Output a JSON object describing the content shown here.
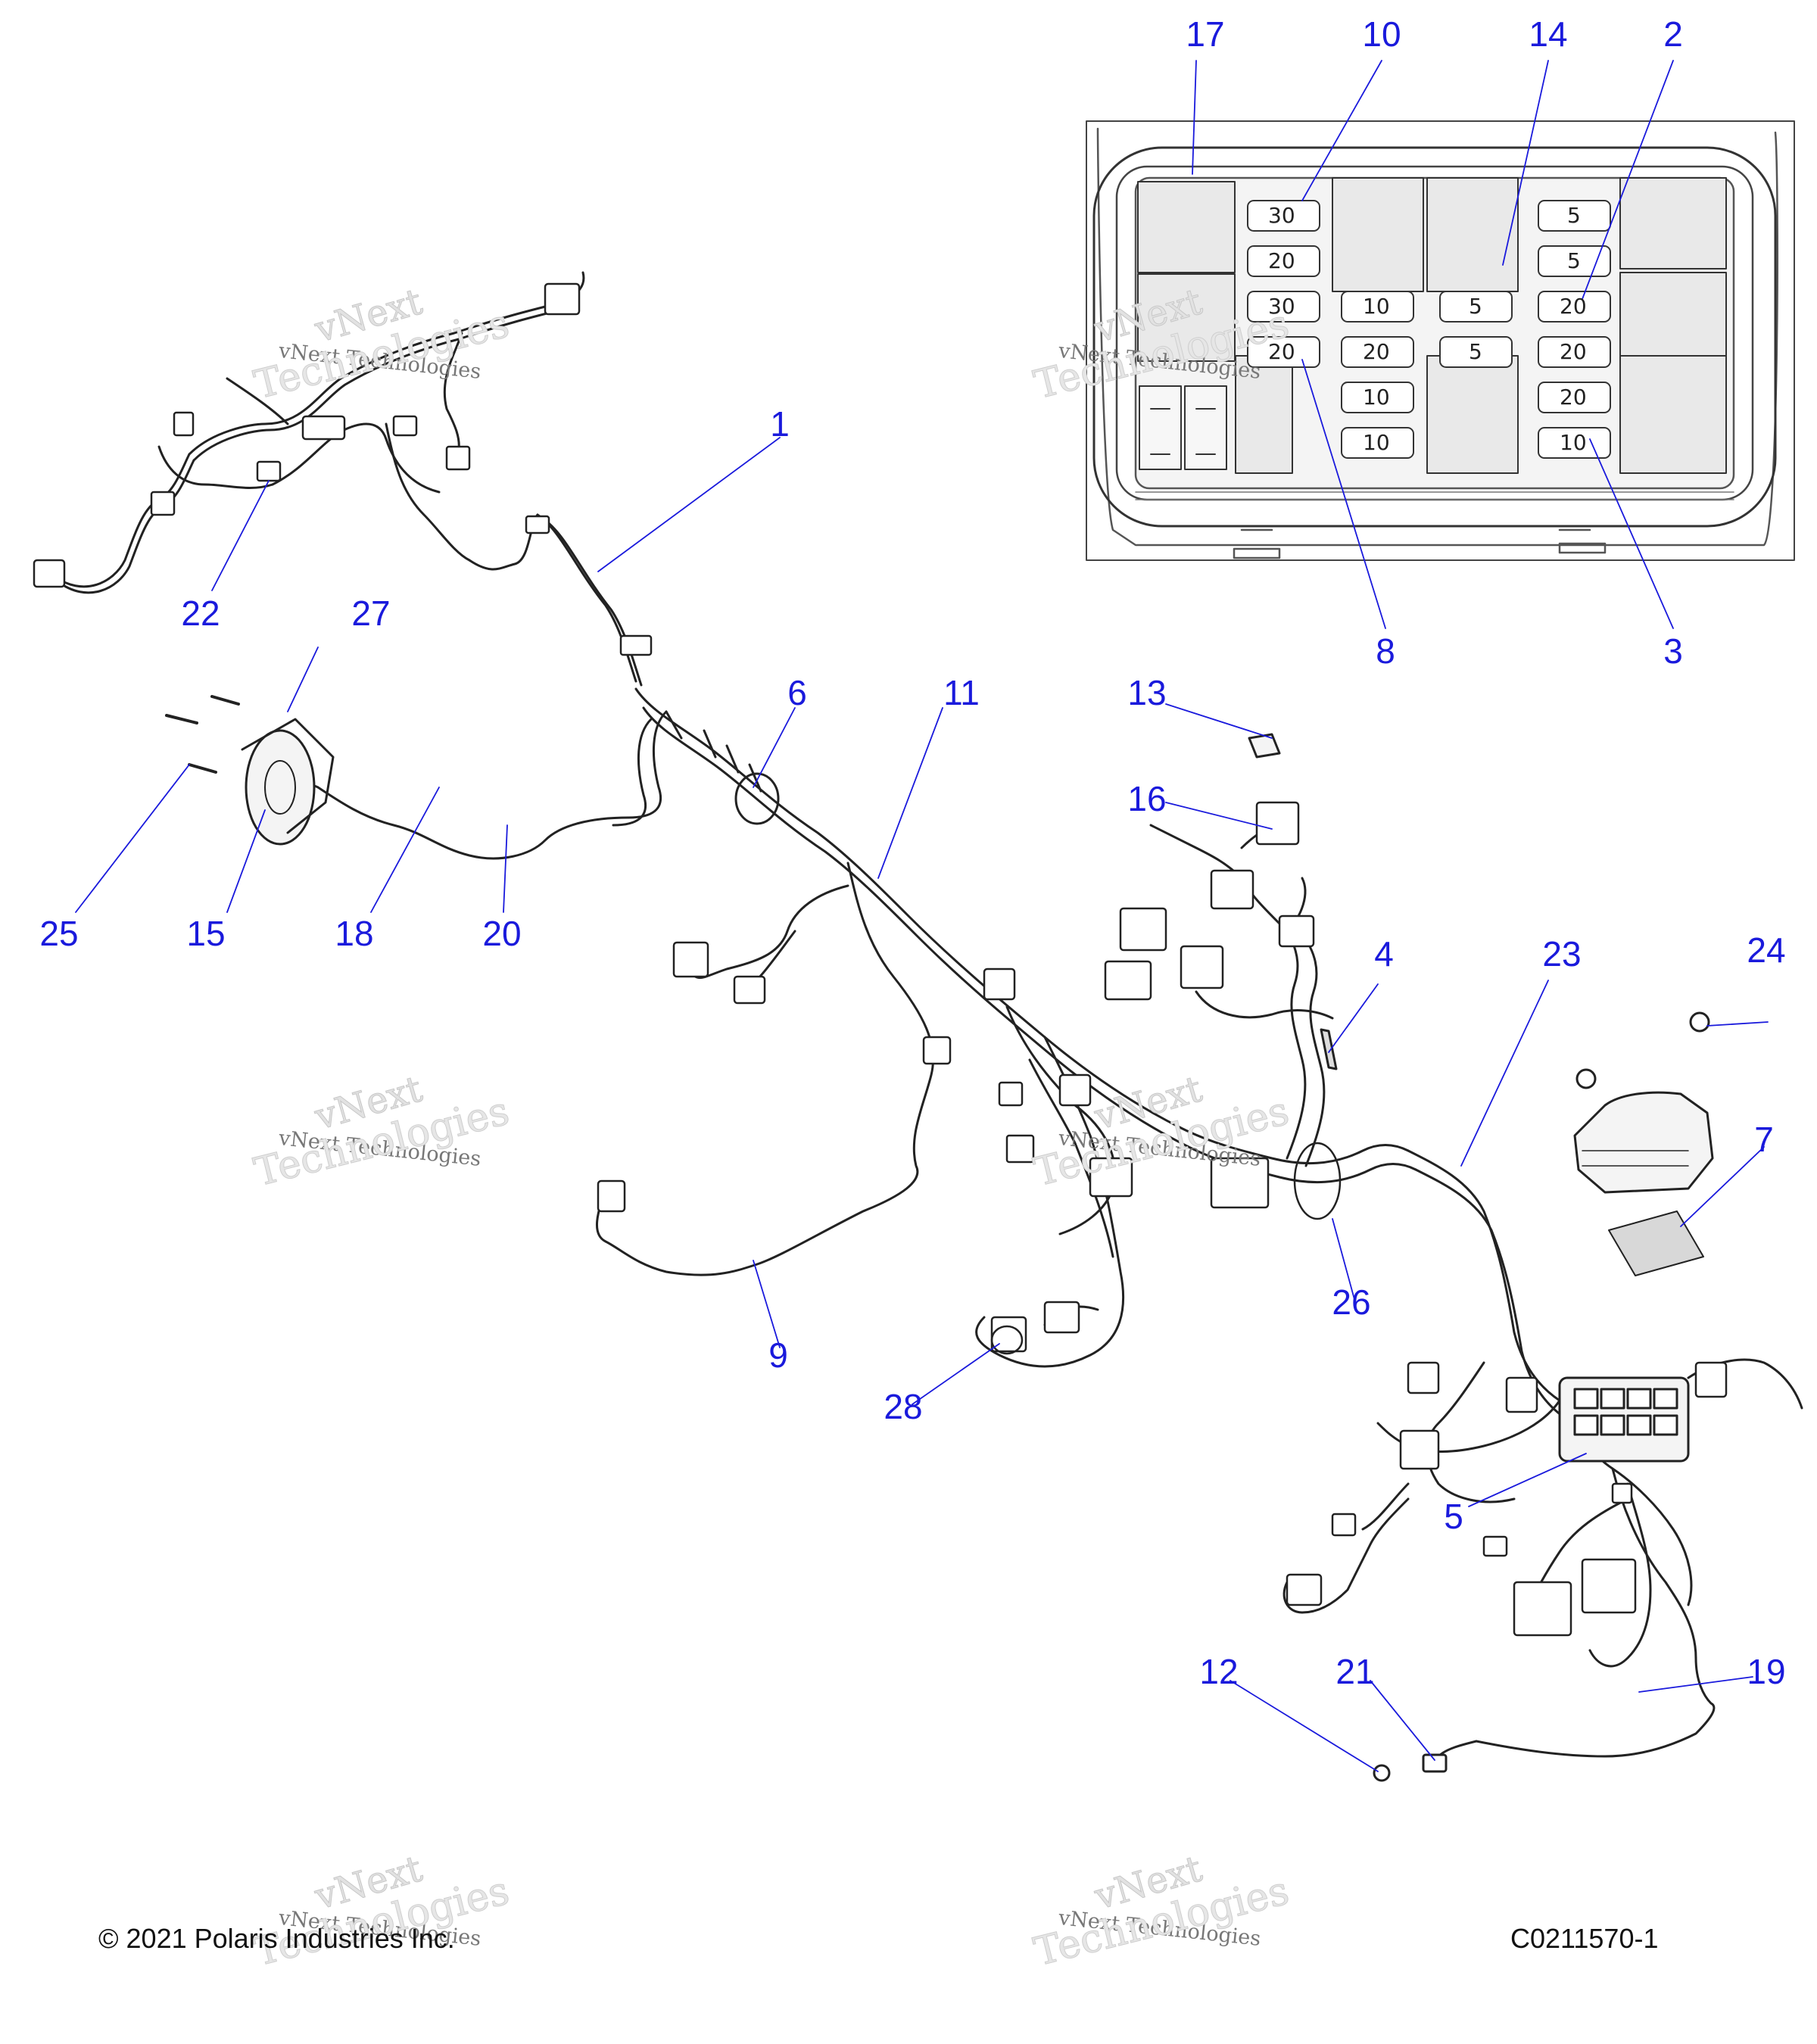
{
  "diagram": {
    "callouts": [
      "1",
      "2",
      "3",
      "4",
      "5",
      "6",
      "7",
      "8",
      "9",
      "10",
      "11",
      "12",
      "13",
      "14",
      "15",
      "16",
      "17",
      "18",
      "19",
      "20",
      "21",
      "22",
      "23",
      "24",
      "25",
      "26",
      "27",
      "28"
    ],
    "fuse_values": {
      "col_a": [
        "30",
        "20",
        "30",
        "20"
      ],
      "col_b": [
        "10",
        "20",
        "10",
        "10"
      ],
      "col_c": [
        "5",
        "5"
      ],
      "col_d": [
        "5",
        "5",
        "20",
        "20",
        "20",
        "10"
      ]
    },
    "watermark": {
      "line1": "vNext",
      "line2": "vNext Technologies",
      "line3": "Technologies"
    },
    "footer": {
      "copyright": "© 2021 Polaris Industries Inc.",
      "drawing_number": "C0211570-1"
    },
    "colors": {
      "callout": "#1a1adc",
      "leader": "#1a1adc",
      "line_art": "#222222"
    }
  }
}
